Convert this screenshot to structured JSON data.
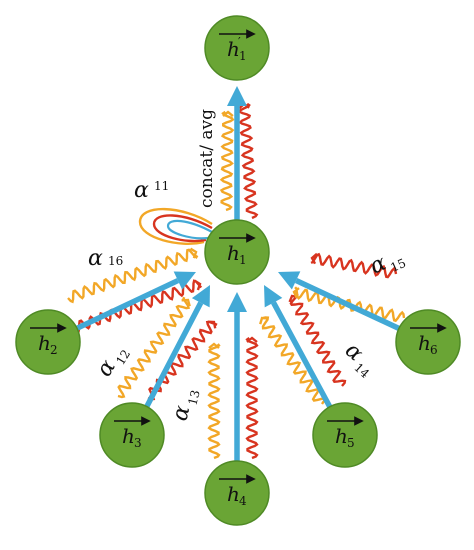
{
  "nodes": [
    {
      "id": "h1p",
      "sym": "h",
      "sub": "1",
      "prime": "′"
    },
    {
      "id": "h1",
      "sym": "h",
      "sub": "1",
      "prime": ""
    },
    {
      "id": "h2",
      "sym": "h",
      "sub": "2",
      "prime": ""
    },
    {
      "id": "h3",
      "sym": "h",
      "sub": "3",
      "prime": ""
    },
    {
      "id": "h4",
      "sym": "h",
      "sub": "4",
      "prime": ""
    },
    {
      "id": "h5",
      "sym": "h",
      "sub": "5",
      "prime": ""
    },
    {
      "id": "h6",
      "sym": "h",
      "sub": "6",
      "prime": ""
    }
  ],
  "alphas": [
    {
      "sym": "α",
      "sub": "11"
    },
    {
      "sym": "α",
      "sub": "16"
    },
    {
      "sym": "α",
      "sub": "12"
    },
    {
      "sym": "α",
      "sub": "13"
    },
    {
      "sym": "α",
      "sub": "14"
    },
    {
      "sym": "α",
      "sub": "15"
    }
  ],
  "aggregation_label": "concat/ avg",
  "colors": {
    "node": "#6aa535",
    "arrow": "#42a9d6",
    "wave_orange": "#f2a727",
    "wave_red": "#d8341f",
    "self_loop_blue": "#42a9d6"
  }
}
